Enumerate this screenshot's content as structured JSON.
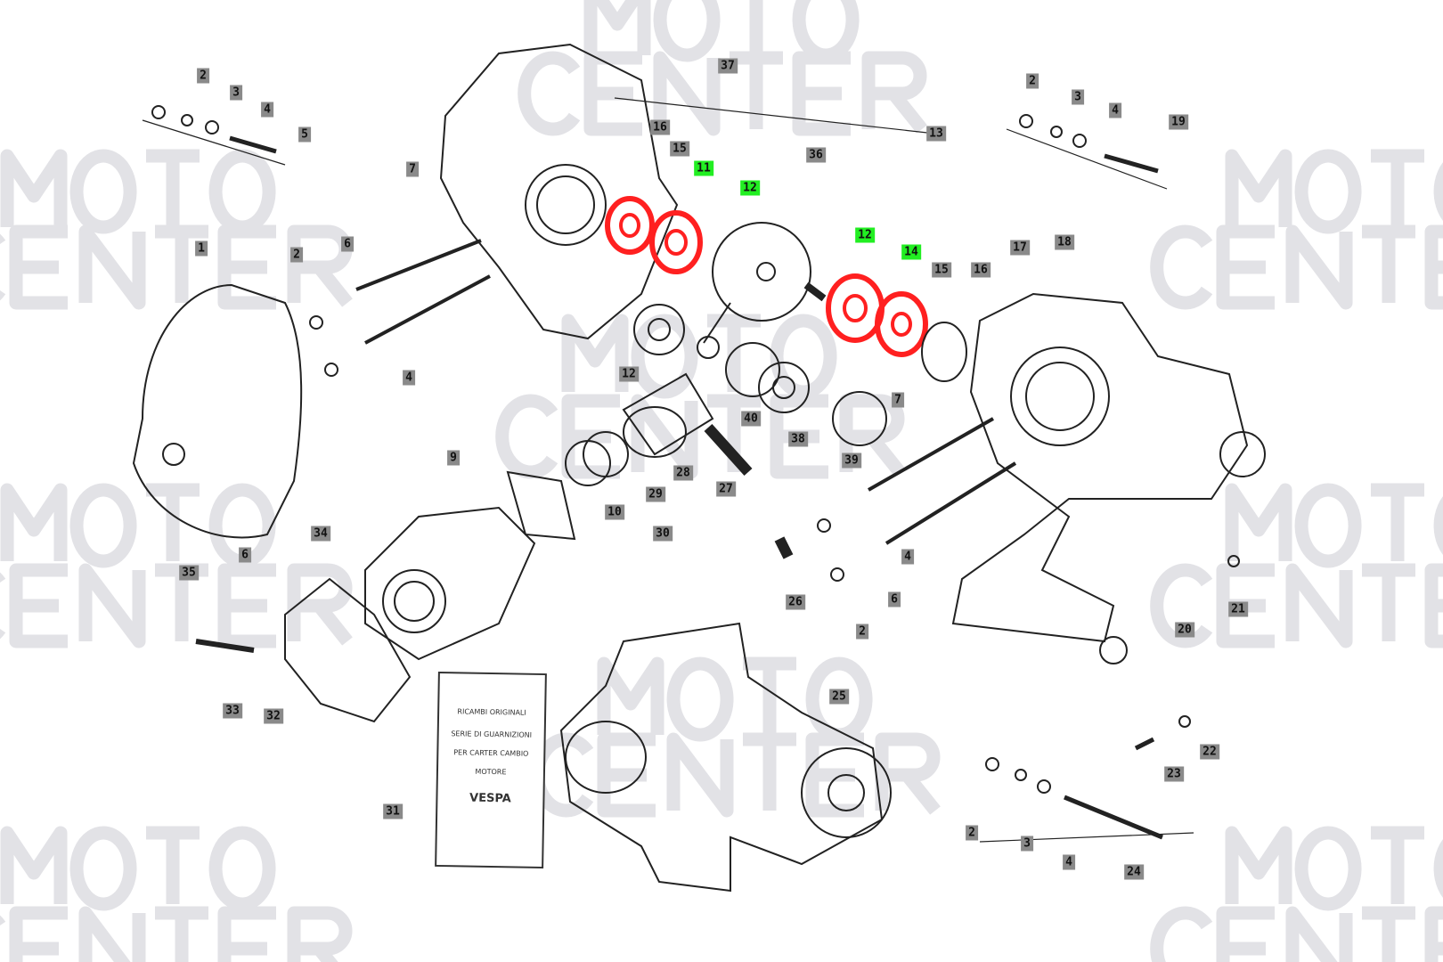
{
  "watermark": {
    "line1": "MOTO",
    "line2": "CENTER"
  },
  "colors": {
    "highlight_label": "#22ee22",
    "highlight_part": "#ff2020",
    "label_bg": "#8a8a8a"
  },
  "labels": [
    {
      "text": "2",
      "hl": false
    },
    {
      "text": "3",
      "hl": false
    },
    {
      "text": "4",
      "hl": false
    },
    {
      "text": "5",
      "hl": false
    },
    {
      "text": "37",
      "hl": false
    },
    {
      "text": "16",
      "hl": false
    },
    {
      "text": "15",
      "hl": false
    },
    {
      "text": "13",
      "hl": false
    },
    {
      "text": "36",
      "hl": false
    },
    {
      "text": "11",
      "hl": true
    },
    {
      "text": "12",
      "hl": true
    },
    {
      "text": "7",
      "hl": false
    },
    {
      "text": "1",
      "hl": false
    },
    {
      "text": "2",
      "hl": false
    },
    {
      "text": "6",
      "hl": false
    },
    {
      "text": "4",
      "hl": false
    },
    {
      "text": "12",
      "hl": false
    },
    {
      "text": "40",
      "hl": false
    },
    {
      "text": "38",
      "hl": false
    },
    {
      "text": "39",
      "hl": false
    },
    {
      "text": "12",
      "hl": true
    },
    {
      "text": "14",
      "hl": true
    },
    {
      "text": "15",
      "hl": false
    },
    {
      "text": "16",
      "hl": false
    },
    {
      "text": "17",
      "hl": false
    },
    {
      "text": "18",
      "hl": false
    },
    {
      "text": "2",
      "hl": false
    },
    {
      "text": "3",
      "hl": false
    },
    {
      "text": "4",
      "hl": false
    },
    {
      "text": "19",
      "hl": false
    },
    {
      "text": "7",
      "hl": false
    },
    {
      "text": "9",
      "hl": false
    },
    {
      "text": "10",
      "hl": false
    },
    {
      "text": "29",
      "hl": false
    },
    {
      "text": "28",
      "hl": false
    },
    {
      "text": "27",
      "hl": false
    },
    {
      "text": "30",
      "hl": false
    },
    {
      "text": "26",
      "hl": false
    },
    {
      "text": "2",
      "hl": false
    },
    {
      "text": "6",
      "hl": false
    },
    {
      "text": "4",
      "hl": false
    },
    {
      "text": "34",
      "hl": false
    },
    {
      "text": "35",
      "hl": false
    },
    {
      "text": "6",
      "hl": false
    },
    {
      "text": "33",
      "hl": false
    },
    {
      "text": "32",
      "hl": false
    },
    {
      "text": "31",
      "hl": false
    },
    {
      "text": "25",
      "hl": false
    },
    {
      "text": "20",
      "hl": false
    },
    {
      "text": "21",
      "hl": false
    },
    {
      "text": "22",
      "hl": false
    },
    {
      "text": "23",
      "hl": false
    },
    {
      "text": "2",
      "hl": false
    },
    {
      "text": "3",
      "hl": false
    },
    {
      "text": "4",
      "hl": false
    },
    {
      "text": "24",
      "hl": false
    }
  ],
  "manual_card": {
    "line1": "RICAMBI ORIGINALI",
    "line2": "SERIE DI GUARNIZIONI",
    "line3": "PER CARTER CAMBIO",
    "line4": "MOTORE",
    "brand": "VESPA"
  }
}
